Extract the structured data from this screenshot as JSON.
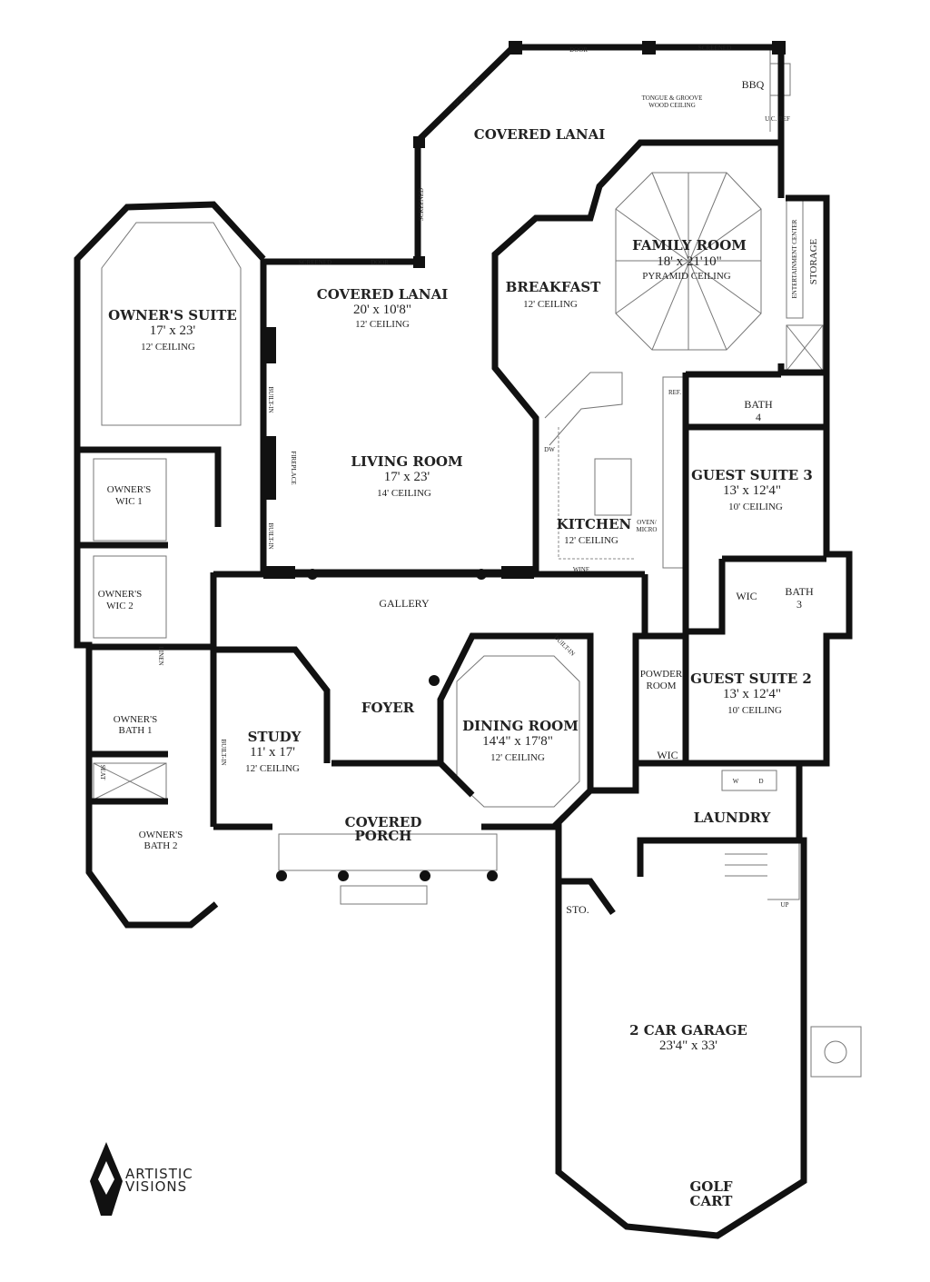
{
  "rooms": {
    "covered_lanai_rear": {
      "name": "COVERED LANAI",
      "note": "TONGUE & GROOVE",
      "note2": "WOOD CEILING"
    },
    "covered_lanai": {
      "name": "COVERED LANAI",
      "dims": "20' x 10'8\"",
      "ceiling": "12' CEILING"
    },
    "owners_suite": {
      "name": "OWNER'S SUITE",
      "dims": "17' x 23'",
      "ceiling": "12' CEILING"
    },
    "family_room": {
      "name": "FAMILY ROOM",
      "dims": "18' x 21'10\"",
      "ceiling": "PYRAMID CEILING"
    },
    "breakfast": {
      "name": "BREAKFAST",
      "ceiling": "12' CEILING"
    },
    "living_room": {
      "name": "LIVING ROOM",
      "dims": "17' x 23'",
      "ceiling": "14'  CEILING"
    },
    "kitchen": {
      "name": "KITCHEN",
      "ceiling": "12' CEILING"
    },
    "guest_suite_3": {
      "name": "GUEST SUITE 3",
      "dims": "13' x 12'4\"",
      "ceiling": "10' CEILING"
    },
    "bath_4": {
      "name": "BATH",
      "num": "4"
    },
    "bath_3": {
      "name": "BATH",
      "num": "3"
    },
    "gallery": {
      "name": "GALLERY"
    },
    "owners_wic_1": {
      "name": "OWNER'S",
      "num": "WIC 1"
    },
    "owners_wic_2": {
      "name": "OWNER'S",
      "num": "WIC 2"
    },
    "owners_bath_1": {
      "name": "OWNER'S",
      "num": "BATH 1"
    },
    "owners_bath_2": {
      "name": "OWNER'S",
      "num": "BATH 2"
    },
    "foyer": {
      "name": "FOYER"
    },
    "study": {
      "name": "STUDY",
      "dims": "11' x 17'",
      "ceiling": "12' CEILING"
    },
    "dining_room": {
      "name": "DINING ROOM",
      "dims": "14'4\" x 17'8\"",
      "ceiling": "12' CEILING"
    },
    "powder_room": {
      "name": "POWDER",
      "num": "ROOM"
    },
    "guest_suite_2": {
      "name": "GUEST SUITE 2",
      "dims": "13' x 12'4\"",
      "ceiling": "10' CEILING"
    },
    "wic_guest3": {
      "name": "WIC"
    },
    "wic_guest2": {
      "name": "WIC"
    },
    "covered_porch": {
      "name": "COVERED",
      "num": "PORCH"
    },
    "laundry": {
      "name": "LAUNDRY"
    },
    "storage_small": {
      "name": "STO."
    },
    "garage": {
      "name": "2 CAR GARAGE",
      "dims": "23'4\" x 33'"
    },
    "golf_cart": {
      "name": "GOLF",
      "num": "CART"
    }
  },
  "fixtures": {
    "door_top": "DOOR",
    "screened_top": "SCREENED",
    "screened_diag": "SCREENED",
    "screened_side": "SCREENED",
    "screened_lanai": "SCREENED",
    "door_lanai": "DOOR",
    "bbq": "BBQ",
    "uc_ref": "U.C. REF",
    "entertainment_center": "ENTERTAINMENT CENTER",
    "storage": "STORAGE",
    "ref": "REF.",
    "dw": "DW",
    "oven_micro_1": "OVEN/",
    "oven_micro_2": "MICRO",
    "wine": "WINE",
    "built_in_1": "BUILT-IN",
    "fireplace": "FIREPLACE",
    "built_in_2": "BUILT-IN",
    "built_in_study": "BUILT-IN",
    "built_in_dining": "BUILT-IN",
    "linen": "LINEN",
    "seat": "SEAT",
    "up": "UP",
    "w": "W",
    "d": "D"
  },
  "logo": {
    "line1": "ARTISTIC",
    "line2": "VISIONS"
  }
}
